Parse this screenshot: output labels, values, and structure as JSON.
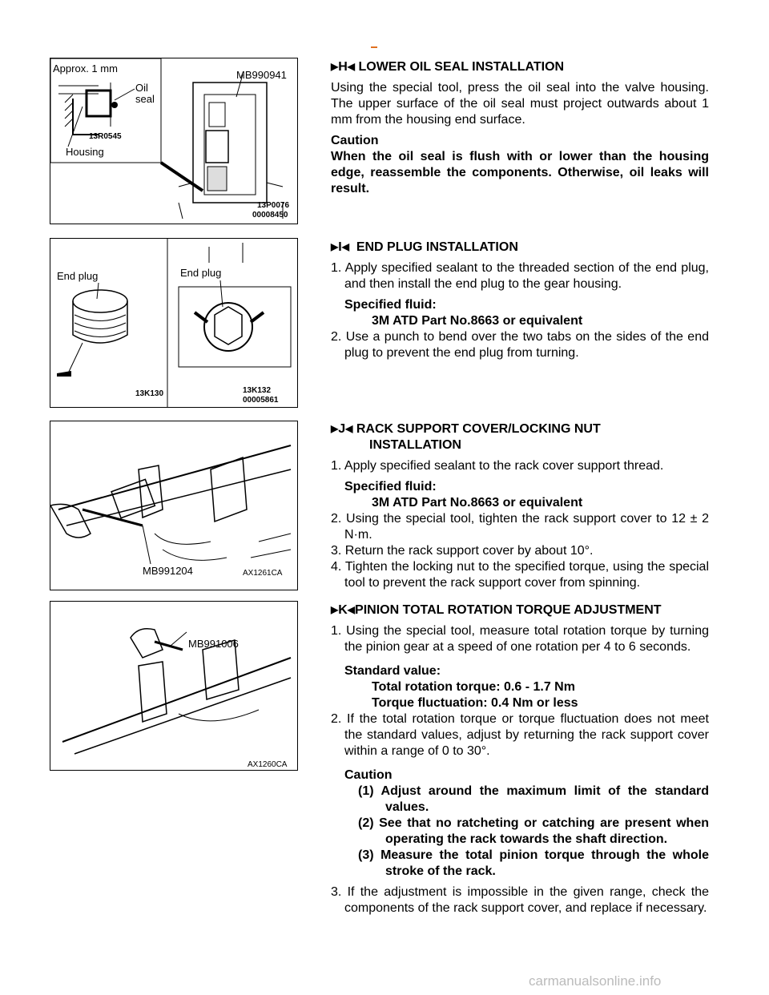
{
  "figures": {
    "fig1": {
      "tool": "MB990941",
      "approx": "Approx. 1 mm",
      "oil_seal": "Oil\nseal",
      "housing": "Housing",
      "code_inset": "13R0545",
      "code_a": "13P0076",
      "code_b": "00008450"
    },
    "fig2": {
      "left_label": "End plug",
      "right_label": "End plug",
      "code_left": "13K130",
      "code_right": "13K132",
      "code_b": "00005861"
    },
    "fig3": {
      "tool": "MB991204",
      "code": "AX1261CA"
    },
    "fig4": {
      "tool": "MB991006",
      "code": "AX1260CA"
    }
  },
  "sections": {
    "h": {
      "letter": "H",
      "title": "LOWER OIL SEAL INSTALLATION",
      "body": "Using the special tool, press the oil seal into the valve housing. The upper surface of the oil seal must project outwards about 1 mm from the housing end surface.",
      "caution_title": "Caution",
      "caution_text": "When the oil seal is flush with or lower than the housing edge, reassemble the components. Otherwise, oil leaks will result."
    },
    "i": {
      "letter": "I",
      "title": "END PLUG INSTALLATION",
      "step1": "1. Apply specified sealant to the threaded section of the end plug, and then install the end plug to the gear housing.",
      "spec_label": "Specified fluid:",
      "spec_value": "3M ATD Part No.8663 or equivalent",
      "step2": "2. Use a punch to bend over the two tabs on the sides of the end plug to prevent the end plug from turning."
    },
    "j": {
      "letter": "J",
      "title_line1": "RACK SUPPORT COVER/LOCKING NUT",
      "title_line2": "INSTALLATION",
      "step1": "1. Apply specified sealant to the rack cover support thread.",
      "spec_label": "Specified fluid:",
      "spec_value": "3M ATD Part No.8663 or equivalent",
      "step2": "2. Using the special tool, tighten the rack support cover to 12 ± 2 N·m.",
      "step3": "3. Return the rack support cover by about 10°.",
      "step4": "4. Tighten the locking nut to the specified torque, using the special tool to prevent the rack support cover from spinning."
    },
    "k": {
      "letter": "K",
      "title": "PINION TOTAL ROTATION TORQUE ADJUSTMENT",
      "step1": "1. Using the special tool, measure total rotation torque by turning the pinion gear at a speed of one rotation per 4 to 6 seconds.",
      "std_label": "Standard value:",
      "std_value1": "Total rotation torque: 0.6 - 1.7 Nm",
      "std_value2": "Torque fluctuation: 0.4 Nm or less",
      "step2": "2. If the total rotation torque or torque fluctuation does not meet the standard values, adjust by returning the rack support cover within a range of 0 to 30°.",
      "caution_title": "Caution",
      "c1": "(1) Adjust around the maximum limit of the standard values.",
      "c2": "(2) See that no ratcheting or catching are present when operating the rack towards the shaft direction.",
      "c3": "(3) Measure the total pinion torque through the whole stroke of the rack.",
      "step3": "3. If the adjustment is impossible in the given range, check the components of the rack support cover, and replace if necessary."
    }
  },
  "footer": "carmanualsonline.info"
}
